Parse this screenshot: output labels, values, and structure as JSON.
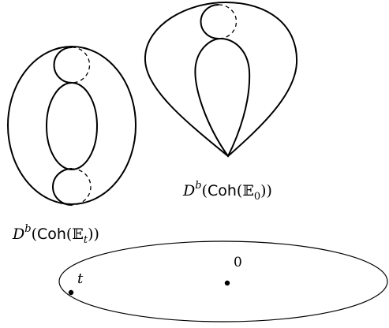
{
  "labels": {
    "degenerate": {
      "D": "D",
      "b": "b",
      "open": "(",
      "coh": "Coh",
      "E": "𝔼",
      "sub": "0",
      "close": "))"
    },
    "smooth": {
      "D": "D",
      "b": "b",
      "open": "(",
      "coh": "Coh",
      "E": "𝔼",
      "sub": "t",
      "close": "))"
    },
    "point_t": "t",
    "point_0": "0"
  }
}
